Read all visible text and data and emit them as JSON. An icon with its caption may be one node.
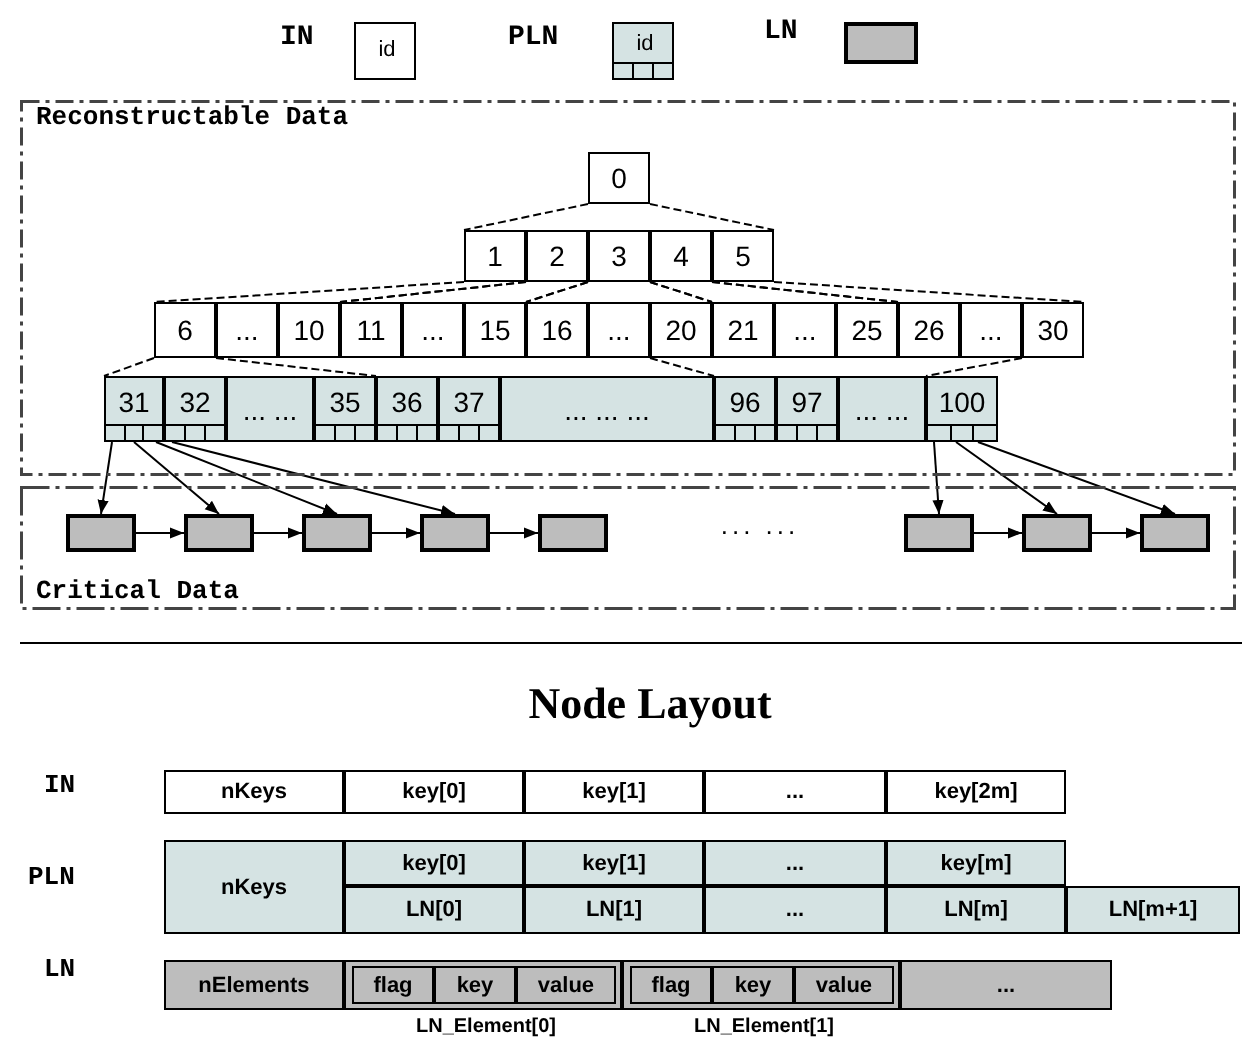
{
  "diagram": {
    "nodes": [
      {
        "text": [
          "Reconstructable Data"
        ]
      },
      {
        "text": [
          "0"
        ],
        "in": 0
      },
      {
        "text": [
          "1"
        ],
        "in": 0
      },
      {
        "text": [
          "2"
        ],
        "in": 0
      },
      {
        "text": [
          "3"
        ],
        "in": 0
      },
      {
        "text": [
          "4"
        ],
        "in": 0
      },
      {
        "text": [
          "5"
        ],
        "in": 0
      },
      {
        "text": [
          "6"
        ],
        "in": 0
      },
      {
        "text": [
          "..."
        ],
        "in": 0
      },
      {
        "text": [
          "10"
        ],
        "in": 0
      },
      {
        "text": [
          "11"
        ],
        "in": 0
      },
      {
        "text": [
          "..."
        ],
        "in": 0
      },
      {
        "text": [
          "15"
        ],
        "in": 0
      },
      {
        "text": [
          "16"
        ],
        "in": 0
      },
      {
        "text": [
          "..."
        ],
        "in": 0
      },
      {
        "text": [
          "20"
        ],
        "in": 0
      },
      {
        "text": [
          "21"
        ],
        "in": 0
      },
      {
        "text": [
          "..."
        ],
        "in": 0
      },
      {
        "text": [
          "25"
        ],
        "in": 0
      },
      {
        "text": [
          "26"
        ],
        "in": 0
      },
      {
        "text": [
          "..."
        ],
        "in": 0
      },
      {
        "text": [
          "30"
        ],
        "in": 0
      },
      {
        "text": [
          "31"
        ],
        "in": 0
      },
      {
        "text": [
          "32"
        ],
        "in": 0
      },
      {
        "text": [
          "... ..."
        ],
        "in": 0
      },
      {
        "text": [
          "35"
        ],
        "in": 0
      },
      {
        "text": [
          "36"
        ],
        "in": 0
      },
      {
        "text": [
          "37"
        ],
        "in": 0
      },
      {
        "text": [
          "... ... ..."
        ],
        "in": 0
      },
      {
        "text": [
          "96"
        ],
        "in": 0
      },
      {
        "text": [
          "97"
        ],
        "in": 0
      },
      {
        "text": [
          "... ..."
        ],
        "in": 0
      },
      {
        "text": [
          "100"
        ],
        "in": 0
      },
      {
        "text": [
          "Critical Data"
        ]
      },
      {
        "text": [],
        "shape": "box",
        "in": 33
      },
      {
        "text": [],
        "shape": "box",
        "in": 33
      },
      {
        "text": [],
        "shape": "box",
        "in": 33
      },
      {
        "text": [],
        "shape": "box",
        "in": 33
      },
      {
        "text": [],
        "shape": "box",
        "in": 33
      },
      {
        "text": [],
        "shape": "box",
        "in": 33
      },
      {
        "text": [],
        "shape": "box",
        "in": 33
      },
      {
        "text": [],
        "shape": "box",
        "in": 33
      }
    ],
    "edges": [
      {
        "from": 1,
        "to": 2,
        "arrow": "none",
        "style": "dashed"
      },
      {
        "from": 1,
        "to": 6,
        "arrow": "none",
        "style": "dashed"
      },
      {
        "from": 2,
        "to": 7,
        "arrow": "none",
        "style": "dashed"
      },
      {
        "from": 2,
        "to": 9,
        "arrow": "none",
        "style": "dashed"
      },
      {
        "from": 3,
        "to": 10,
        "arrow": "none",
        "style": "dashed"
      },
      {
        "from": 3,
        "to": 12,
        "arrow": "none",
        "style": "dashed"
      },
      {
        "from": 4,
        "to": 13,
        "arrow": "none",
        "style": "dashed"
      },
      {
        "from": 4,
        "to": 15,
        "arrow": "none",
        "style": "dashed"
      },
      {
        "from": 5,
        "to": 16,
        "arrow": "none",
        "style": "dashed"
      },
      {
        "from": 5,
        "to": 18,
        "arrow": "none",
        "style": "dashed"
      },
      {
        "from": 6,
        "to": 19,
        "arrow": "none",
        "style": "dashed"
      },
      {
        "from": 6,
        "to": 21,
        "arrow": "none",
        "style": "dashed"
      },
      {
        "from": 7,
        "to": 22,
        "arrow": "none",
        "style": "dashed"
      },
      {
        "from": 7,
        "to": 25,
        "arrow": "none",
        "style": "dashed"
      },
      {
        "from": 15,
        "to": 29,
        "arrow": "none",
        "style": "dashed"
      },
      {
        "from": 21,
        "to": 32,
        "arrow": "none",
        "style": "dashed"
      },
      {
        "from": 22,
        "to": 34,
        "arrow": "to"
      },
      {
        "from": 22,
        "to": 35,
        "arrow": "to"
      },
      {
        "from": 22,
        "to": 36,
        "arrow": "to"
      },
      {
        "from": 23,
        "to": 37,
        "arrow": "to"
      },
      {
        "from": 32,
        "to": 39,
        "arrow": "to"
      },
      {
        "from": 32,
        "to": 40,
        "arrow": "to"
      },
      {
        "from": 32,
        "to": 41,
        "arrow": "to"
      },
      {
        "from": 34,
        "to": 35,
        "arrow": "to"
      },
      {
        "from": 35,
        "to": 36,
        "arrow": "to"
      },
      {
        "from": 36,
        "to": 37,
        "arrow": "to"
      },
      {
        "from": 37,
        "to": 38,
        "arrow": "to"
      },
      {
        "from": 39,
        "to": 40,
        "arrow": "to"
      },
      {
        "from": 40,
        "to": 41,
        "arrow": "to"
      }
    ],
    "labels": [
      "id",
      "id",
      "... ...",
      "Node Layout",
      "IN",
      "nKeys",
      "key[0]",
      "key[1]",
      "...",
      "key[2m]",
      "PLN",
      "nKeys",
      "key[0]",
      "key[1]",
      "...",
      "key[m]",
      "LN[0]",
      "LN[1]",
      "...",
      "LN[m]",
      "LN[m+1]",
      "LN",
      "nElements",
      "flag",
      "key",
      "value",
      "flag",
      "key",
      "value",
      "...",
      "LN_Element[0]",
      "LN_Element[1]"
    ],
    "legend": [
      {
        "text": "IN"
      },
      {
        "text": "PLN"
      },
      {
        "text": "LN"
      }
    ]
  }
}
